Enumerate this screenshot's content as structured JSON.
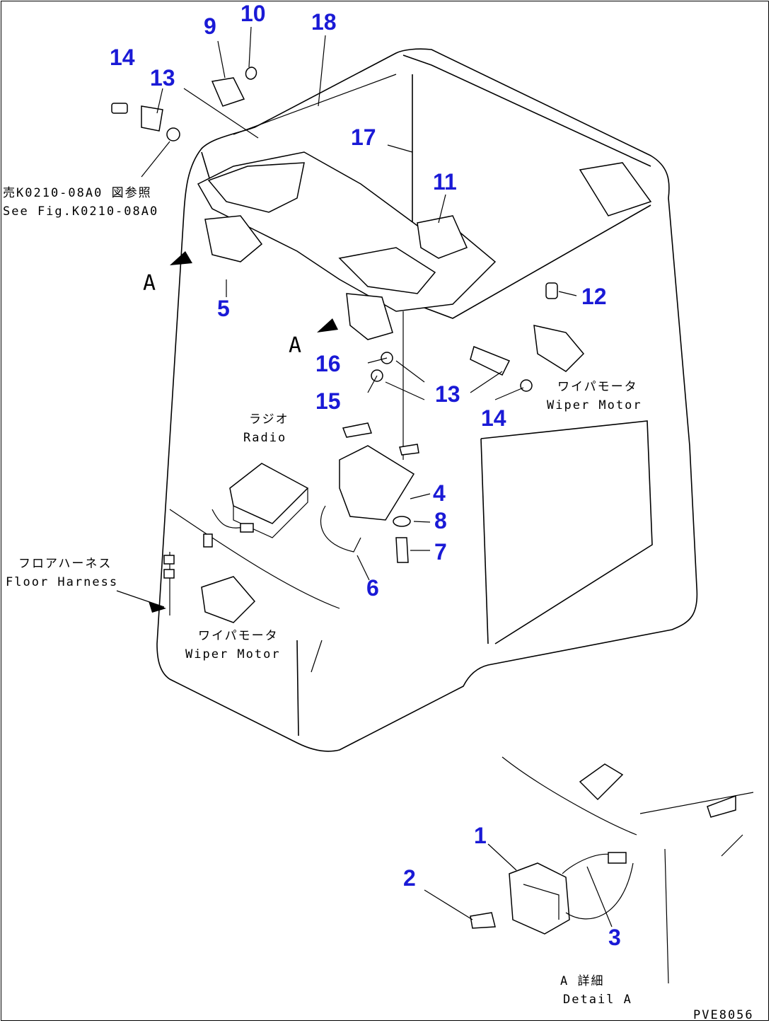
{
  "callouts": {
    "n1": "1",
    "n2": "2",
    "n3": "3",
    "n4": "4",
    "n5": "5",
    "n6": "6",
    "n7": "7",
    "n8": "8",
    "n9": "9",
    "n10": "10",
    "n11": "11",
    "n12": "12",
    "n13a": "13",
    "n13b": "13",
    "n14a": "14",
    "n14b": "14",
    "n15": "15",
    "n16": "16",
    "n17": "17",
    "n18": "18"
  },
  "labels": {
    "see_fig_jp": "売K0210-08A0 図参照",
    "see_fig_en": "See Fig.K0210-08A0",
    "view_a_left": "A",
    "view_a_center": "A",
    "radio_jp": "ラジオ",
    "radio_en": "Radio",
    "wiper_right_jp": "ワイパモータ",
    "wiper_right_en": "Wiper Motor",
    "wiper_left_jp": "ワイパモータ",
    "wiper_left_en": "Wiper Motor",
    "floor_harness_jp": "フロアハーネス",
    "floor_harness_en": "Floor Harness",
    "detail_jp": "A 詳細",
    "detail_en": "Detail A",
    "drawing_code": "PVE8056"
  }
}
